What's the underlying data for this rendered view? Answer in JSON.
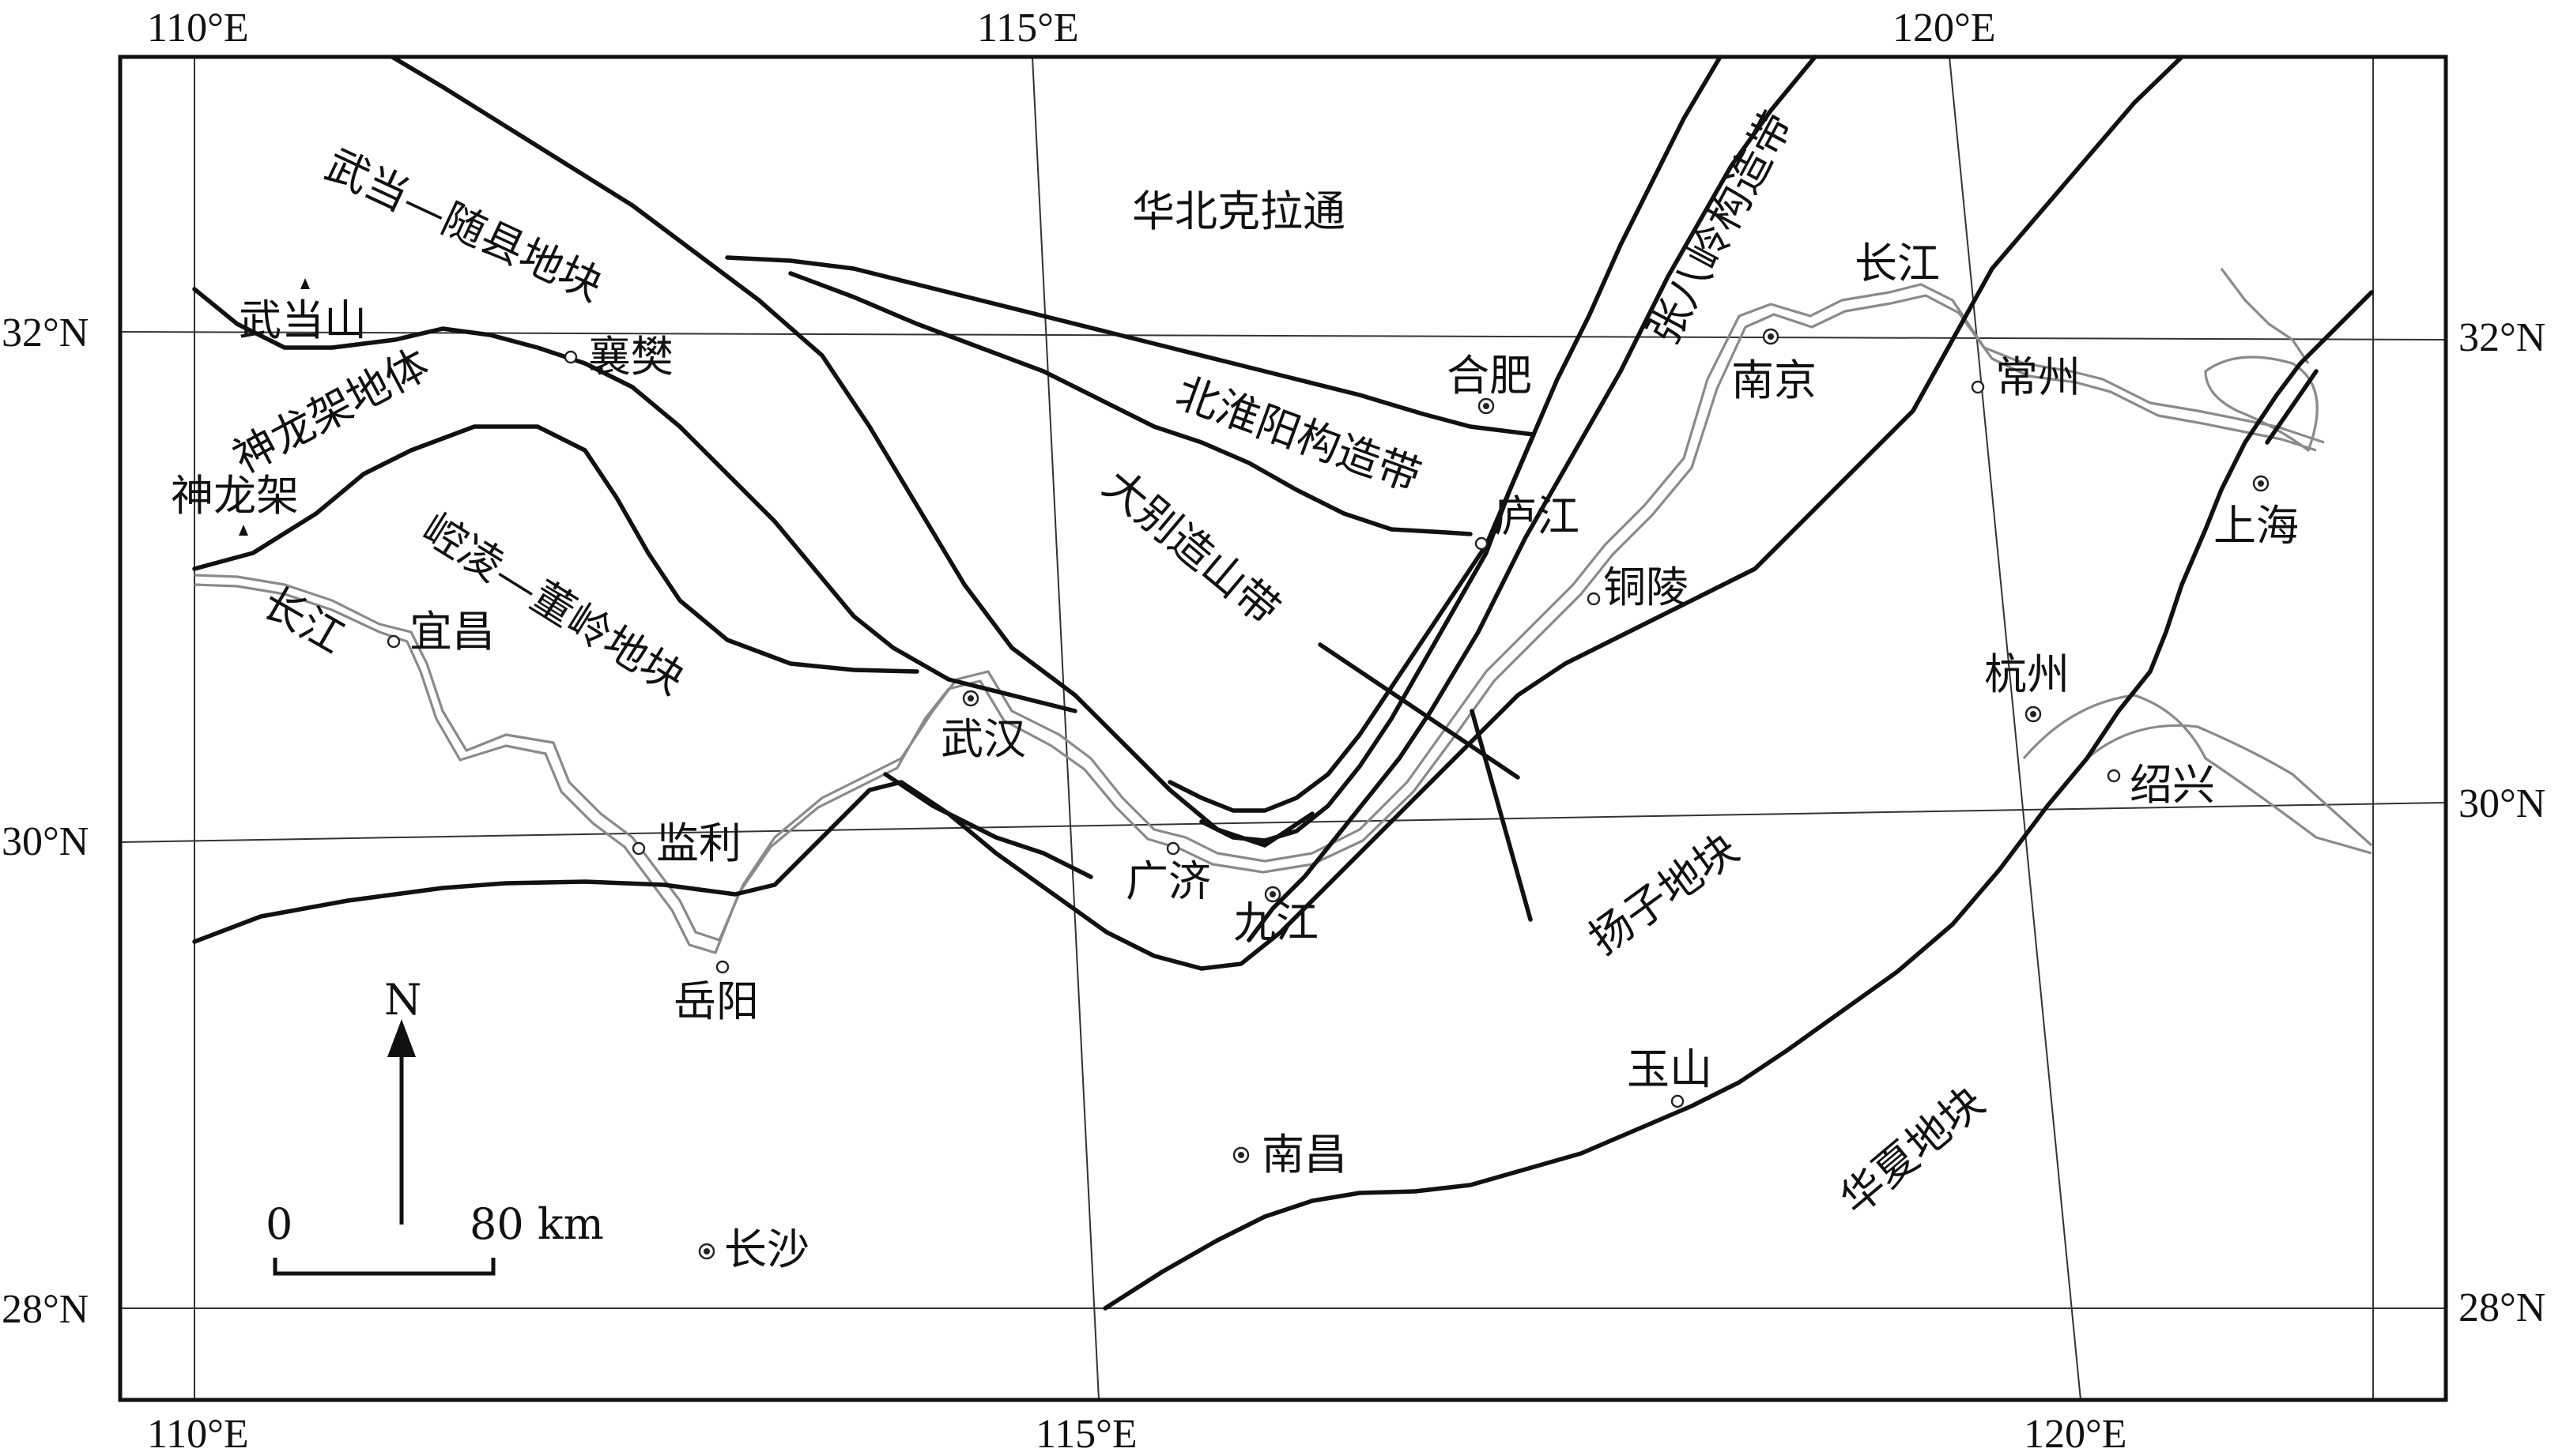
{
  "axes": {
    "top": [
      "110°E",
      "115°E",
      "120°E"
    ],
    "bottom": [
      "110°E",
      "115°E",
      "120°E"
    ],
    "left": [
      "32°N",
      "30°N",
      "28°N"
    ],
    "right": [
      "32°N",
      "30°N",
      "28°N"
    ]
  },
  "regions": {
    "north_china_craton": "华北克拉通",
    "wudang_suixian": "武当—随县地块",
    "shennongjia_body": "神龙架地体",
    "huangling_dongling": "崆凌—董岭地块",
    "north_huaiyang": "北淮阳构造带",
    "dabie_orogen": "大别造山带",
    "zhangbaling": "张八岭构造带",
    "yangtze_block": "扬子地块",
    "cathaysia_block": "华夏地块"
  },
  "rivers": {
    "yangtze_east": "长江",
    "yangtze_west": "长江"
  },
  "peaks": {
    "wudangshan": "武当山",
    "shennongjia": "神龙架"
  },
  "cities": {
    "xiangfan": "襄樊",
    "hefei": "合肥",
    "nanjing": "南京",
    "changzhou": "常州",
    "shanghai": "上海",
    "lujiang": "庐江",
    "tongling": "铜陵",
    "yichang": "宜昌",
    "wuhan": "武汉",
    "hangzhou": "杭州",
    "shaoxing": "绍兴",
    "jianli": "监利",
    "guangji": "广济",
    "jiujiang": "九江",
    "yueyang": "岳阳",
    "yushan": "玉山",
    "nanchang": "南昌",
    "changsha": "长沙"
  },
  "north_arrow": {
    "label": "N"
  },
  "scale_bar": {
    "zero": "0",
    "end": "80 km"
  }
}
